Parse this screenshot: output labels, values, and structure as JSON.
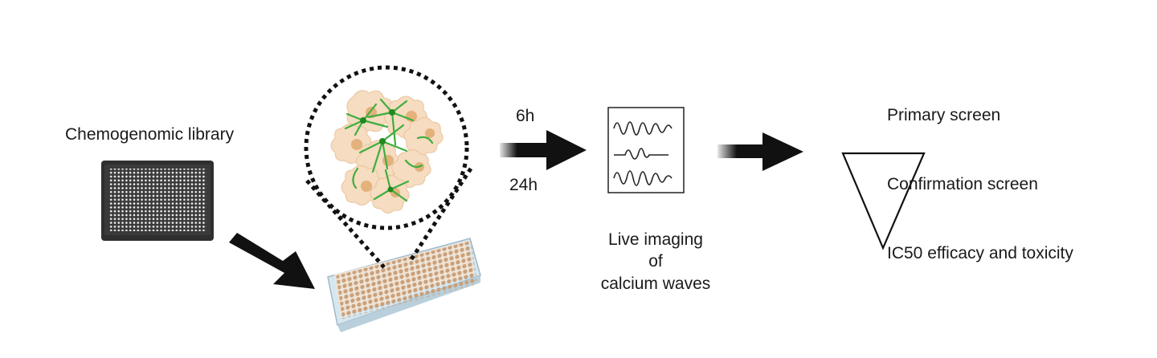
{
  "library": {
    "label": "Chemogenomic library"
  },
  "timepoints": {
    "first": "6h",
    "second": "24h"
  },
  "imaging": {
    "line1": "Live imaging",
    "line2": "of",
    "line3": "calcium waves"
  },
  "funnel": {
    "stage1": "Primary screen",
    "stage2": "Confirmation screen",
    "stage3": "IC50 efficacy and toxicity"
  },
  "colors": {
    "arrow": "#111111",
    "plate_dark": "#3a3a3a",
    "plate_light": "#cfe3ee",
    "well": "#c9a07a",
    "cell_body": "#f6dcc0",
    "nucleus": "#e2b17c",
    "neuron": "#3fae3f"
  }
}
